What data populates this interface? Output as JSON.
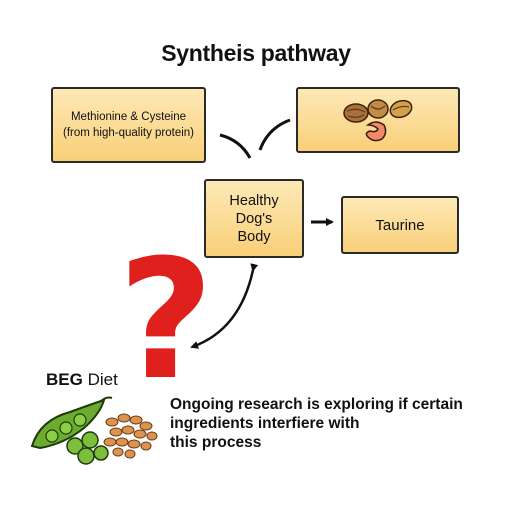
{
  "title": "Syntheis pathway",
  "boxes": {
    "methionine": {
      "line1": "Methionine & Cysteine",
      "line2": "(from high-quality protein)"
    },
    "body": "Healthy\nDog's\nBody",
    "taurine": "Taurine"
  },
  "question_mark": "?",
  "beg_diet": {
    "bold": "BEG",
    "rest": " Diet"
  },
  "research_note": {
    "line1": "Ongoing research is exploring if certain",
    "line2": "ingredients interfiere with",
    "line3": "this process"
  },
  "icons": {
    "food": "nuts-and-meat-icon",
    "legumes": "peas-and-lentils-icon"
  },
  "colors": {
    "box_fill": "#f9cf79",
    "question": "#e0201c",
    "pea_green": "#5f9e2a",
    "lentil": "#d9924a"
  }
}
